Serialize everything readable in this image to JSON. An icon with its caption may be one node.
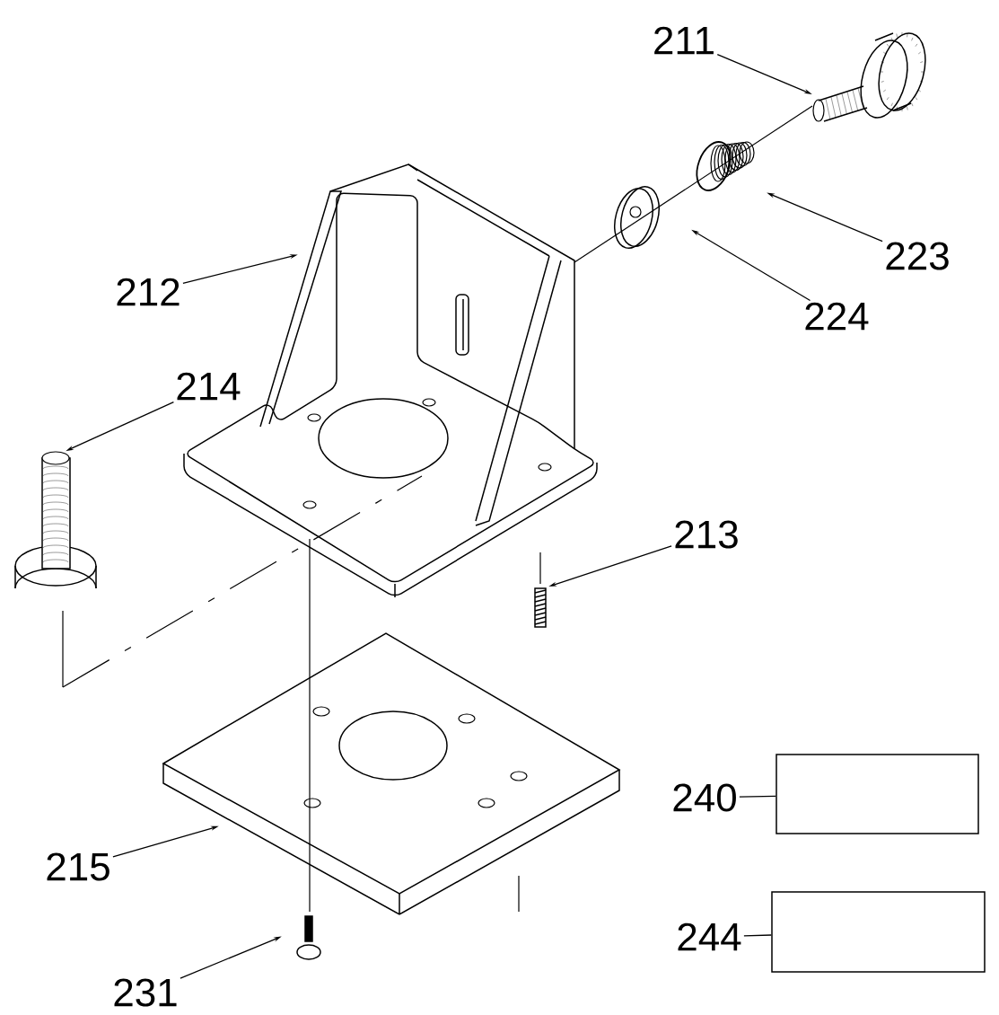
{
  "diagram": {
    "nodes": [
      {
        "text": [
          "211"
        ]
      },
      {
        "text": [],
        "shape": "picture"
      },
      {
        "text": [
          "223"
        ]
      },
      {
        "text": [],
        "shape": "picture"
      },
      {
        "text": [
          "212"
        ]
      },
      {
        "text": [],
        "shape": "picture"
      },
      {
        "text": [
          "224"
        ]
      },
      {
        "text": [],
        "shape": "picture"
      },
      {
        "text": [
          "214"
        ]
      },
      {
        "text": [],
        "shape": "picture"
      },
      {
        "text": [
          "213"
        ]
      },
      {
        "text": [],
        "shape": "picture"
      },
      {
        "text": [
          "215"
        ]
      },
      {
        "text": [],
        "shape": "picture"
      },
      {
        "text": [
          "231"
        ]
      },
      {
        "text": [],
        "shape": "picture"
      },
      {
        "text": [
          "240"
        ]
      },
      {
        "text": [],
        "shape": "box"
      },
      {
        "text": [
          "244"
        ]
      },
      {
        "text": [],
        "shape": "box"
      }
    ],
    "edges": [
      {
        "from": 0,
        "to": 1,
        "arrow": "to"
      },
      {
        "from": 2,
        "to": 3,
        "arrow": "to"
      },
      {
        "from": 4,
        "to": 5,
        "arrow": "to"
      },
      {
        "from": 6,
        "to": 7,
        "arrow": "to"
      },
      {
        "from": 8,
        "to": 9,
        "arrow": "to"
      },
      {
        "from": 10,
        "to": 11,
        "arrow": "to"
      },
      {
        "from": 12,
        "to": 13,
        "arrow": "to"
      },
      {
        "from": 14,
        "to": 15,
        "arrow": "to"
      },
      {
        "from": 16,
        "to": 17,
        "arrow": "none"
      },
      {
        "from": 18,
        "to": 19,
        "arrow": "none"
      }
    ]
  }
}
